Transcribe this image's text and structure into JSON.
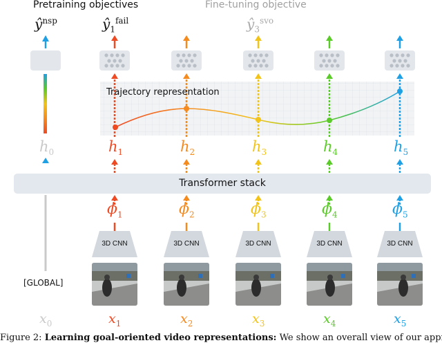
{
  "headers": {
    "pretraining": "Pretraining objectives",
    "finetuning": "Fine-tuning objective"
  },
  "labels": {
    "y_nsp_base": "ŷ",
    "y_nsp_sup": "nsp",
    "y_fail_base": "ŷ",
    "y_fail_sub": "1",
    "y_fail_sup": "fail",
    "y_svo_base": "ŷ",
    "y_svo_sub": "3",
    "y_svo_sup": "svo",
    "trajectory": "Trajectory representation",
    "transformer": "Transformer stack",
    "cnn": "3D CNN",
    "global": "[GLOBAL]"
  },
  "tokens": [
    {
      "h": "h",
      "hsub": "0",
      "x": "x",
      "xsub": "0",
      "color": "#c9c9c9"
    },
    {
      "h": "h",
      "hsub": "1",
      "phi": "ϕ",
      "phisub": "1",
      "x": "x",
      "xsub": "1",
      "color": "#ee4a23"
    },
    {
      "h": "h",
      "hsub": "2",
      "phi": "ϕ",
      "phisub": "2",
      "x": "x",
      "xsub": "2",
      "color": "#f58a1f"
    },
    {
      "h": "h",
      "hsub": "3",
      "phi": "ϕ",
      "phisub": "3",
      "x": "x",
      "xsub": "3",
      "color": "#f2c318"
    },
    {
      "h": "h",
      "hsub": "4",
      "phi": "ϕ",
      "phisub": "4",
      "x": "x",
      "xsub": "4",
      "color": "#5bcb2a"
    },
    {
      "h": "h",
      "hsub": "5",
      "phi": "ϕ",
      "phisub": "5",
      "x": "x",
      "xsub": "5",
      "color": "#1fa0e4"
    }
  ],
  "colors": {
    "arrow_up": "#1fa0e4",
    "global_line": "#c9c9c9",
    "stack_bg": "#e3e8ee",
    "cnn_bg": "#d2d8de"
  },
  "caption": {
    "prefix": "Figure 2:",
    "bold": "Learning goal-oriented video representations:",
    "rest": "We show an overall view of our approach"
  }
}
